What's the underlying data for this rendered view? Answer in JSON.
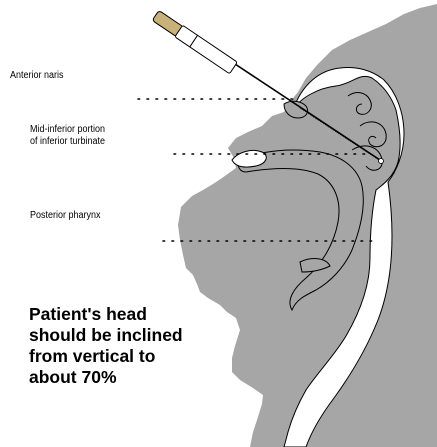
{
  "labels": {
    "anterior_naris": "Anterior naris",
    "turbinate_line1": "Mid-inferior portion",
    "turbinate_line2": "of inferior turbinate",
    "posterior_pharynx": "Posterior pharynx"
  },
  "note": {
    "line1": "Patient's head",
    "line2": "should be inclined",
    "line3": "from vertical to",
    "line4": "about 70%"
  },
  "colors": {
    "head": "#a6a6a6",
    "cavity": "#ffffff",
    "outline": "#000000",
    "swab_handle": "#c8b27a",
    "leader_dots": "#000000"
  }
}
